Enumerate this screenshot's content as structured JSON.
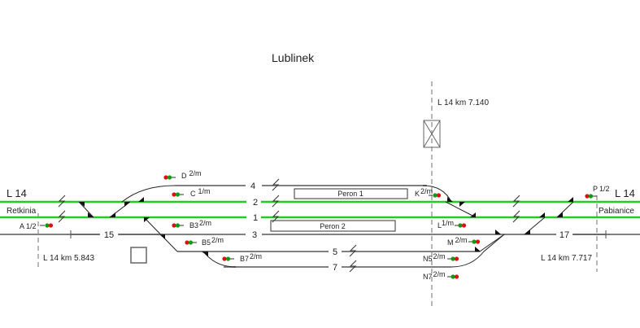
{
  "title": "Lublinek",
  "line_label_left": "L 14",
  "line_label_right": "L 14",
  "direction_left": "Retkinia",
  "direction_right": "Pabianice",
  "km_markers": {
    "left": "L 14 km 5.843",
    "center": "L 14 km 7.140",
    "right": "L 14 km 7.717"
  },
  "tracks": [
    {
      "number": "4",
      "electrified": true
    },
    {
      "number": "2",
      "electrified": true,
      "main": true
    },
    {
      "number": "1",
      "electrified": true,
      "main": true
    },
    {
      "number": "3",
      "electrified": false
    },
    {
      "number": "5",
      "electrified": true
    },
    {
      "number": "7",
      "electrified": true
    },
    {
      "number": "15",
      "electrified": false
    },
    {
      "number": "17",
      "electrified": false
    }
  ],
  "platforms": [
    {
      "label": "Peron 1"
    },
    {
      "label": "Peron 2"
    }
  ],
  "signals": {
    "A": {
      "name": "A",
      "sup": "1/2"
    },
    "D": {
      "name": "D",
      "sup": "2/m"
    },
    "C": {
      "name": "C",
      "sup": "1/m"
    },
    "B3": {
      "name": "B3",
      "sup": "2/m"
    },
    "B5": {
      "name": "B5",
      "sup": "2/m"
    },
    "B7": {
      "name": "B7",
      "sup": "2/m"
    },
    "K": {
      "name": "K",
      "sup": "2/m"
    },
    "L": {
      "name": "L",
      "sup": "1/m"
    },
    "M": {
      "name": "M",
      "sup": "2/m"
    },
    "N5": {
      "name": "N5",
      "sup": "2/m"
    },
    "N7": {
      "name": "N7",
      "sup": "2/m"
    },
    "P": {
      "name": "P",
      "sup": "1/2"
    }
  },
  "colors": {
    "main_track": "#22cc22",
    "side_track": "#808080",
    "signal_red": "#dd1111",
    "signal_green": "#119911",
    "dashed": "#a0a0a0"
  }
}
